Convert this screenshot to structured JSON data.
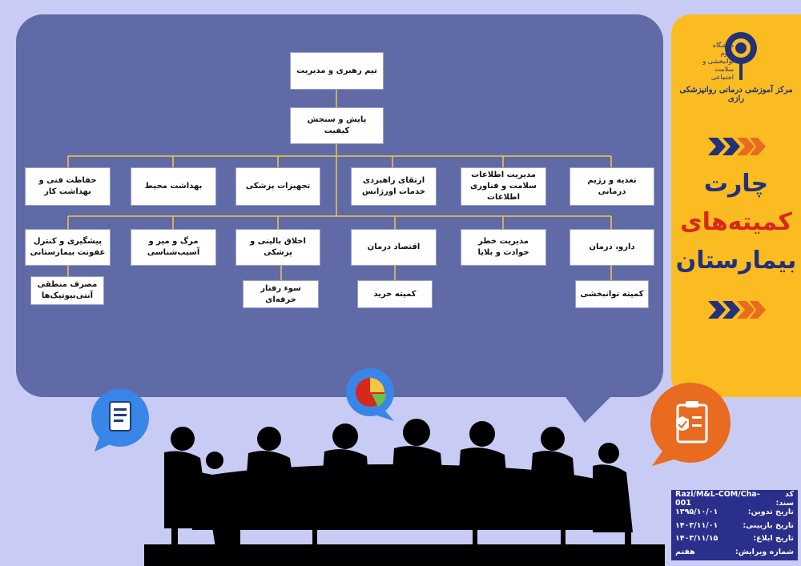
{
  "org_chart": {
    "top": "تیم رهبری و مدیریت",
    "second": "پایش و سنجش کیفیت",
    "level1": [
      "تغذیه و رژیم درمانی",
      "مدیریت اطلاعات سلامت و فناوری اطلاعات",
      "ارتقای راهبردی خدمات اورژانس",
      "تجهیزات پزشکی",
      "بهداشت محیط",
      "حفاظت فنی و بهداشت کار"
    ],
    "level2": [
      "دارو، درمان",
      "مدیریت خطر حوادث و بلایا",
      "اقتصاد درمان",
      "اخلاق بالینی و پزشکی",
      "مرگ و میر و آسیب‌شناسی",
      "پیشگیری و کنترل عفونت بیمارستانی"
    ],
    "level3": [
      "کمیته توانبخشی",
      "کمیته خرید",
      "سوء رفتار حرفه‌ای",
      "مصرف منطقی آنتی‌بیوتیک‌ها"
    ]
  },
  "sidebar": {
    "university": "دانشگاه علوم توانبخشی و سلامت اجتماعی",
    "center": "مرکز آموزشی درمانی روانپزشکی رازی",
    "title_line1": "چارت",
    "title_line2": "کمیته‌های",
    "title_line3": "بیمارستان"
  },
  "doc_info": {
    "code_label": "کد سند:",
    "code_value": "Razi/M&L-COM/Cha-001",
    "compiled_label": "تاریخ تدوین:",
    "compiled_value": "۱۳۹۵/۱۰/۰۱",
    "revised_label": "تاریخ بازبینی:",
    "revised_value": "۱۴۰۳/۱۱/۰۱",
    "issued_label": "تاریخ ابلاغ:",
    "issued_value": "۱۴۰۳/۱۱/۱۵",
    "edition_label": "شماره ویرایش:",
    "edition_value": "هفتم"
  },
  "colors": {
    "bubble": "#5f6aa6",
    "sidebar": "#fbbc22",
    "navy": "#23307a",
    "red": "#d8281c",
    "background": "#c8ccf4"
  }
}
